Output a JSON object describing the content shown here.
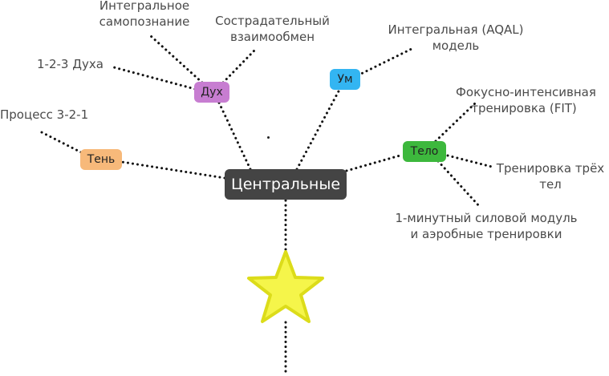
{
  "colors": {
    "central_bg": "#444444",
    "dukh": "#c77dd1",
    "um": "#33b5f2",
    "telo": "#3db83d",
    "ten": "#f7b97a",
    "star_fill": "#f5f54a",
    "star_outline": "#dcdc1a"
  },
  "central": {
    "label": "Центральные"
  },
  "branches": {
    "dukh": {
      "label": "Дух",
      "children": [
        {
          "label": "Интегральное\nсамопознание"
        },
        {
          "label": "Сострадательный\nвзаимообмен"
        },
        {
          "label": "1-2-3 Духа"
        }
      ]
    },
    "um": {
      "label": "Ум",
      "children": [
        {
          "label": "Интегральная (AQAL)\nмодель"
        }
      ]
    },
    "telo": {
      "label": "Тело",
      "children": [
        {
          "label": "Фокусно-интенсивная\nтренировка (FIT)"
        },
        {
          "label": "Тренировка трёх\nтел"
        },
        {
          "label": "1-минутный силовой модуль\nи аэробные тренировки"
        }
      ]
    },
    "ten": {
      "label": "Тень",
      "children": [
        {
          "label": "Процесс 3-2-1"
        }
      ]
    }
  },
  "star_icon": "star-icon"
}
